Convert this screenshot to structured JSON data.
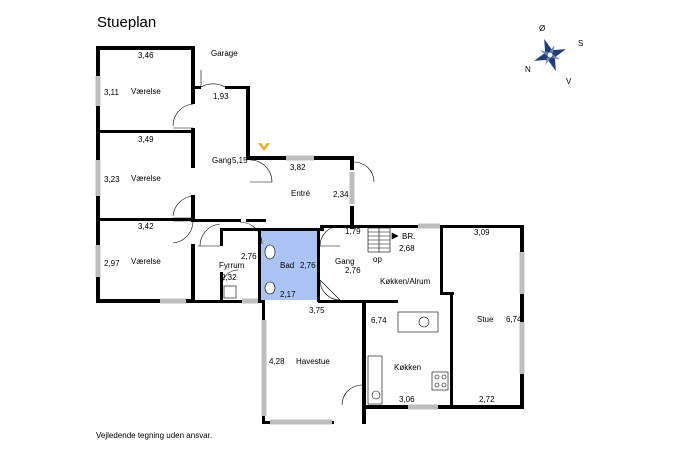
{
  "plan": {
    "title": "Stueplan",
    "footnote": "Vejledende tegning uden ansvar."
  },
  "compass": {
    "n": "N",
    "s": "S",
    "v": "V",
    "o": "Ø"
  },
  "rooms": {
    "garage": "Garage",
    "vaerelse1": "Værelse",
    "vaerelse2": "Værelse",
    "vaerelse3": "Værelse",
    "gang1": "Gang",
    "entre": "Entré",
    "fyrrum": "Fyrrum",
    "bad": "Bad",
    "gang2": "Gang",
    "br": "BR.",
    "op": "op",
    "koekken_alrum": "Køkken/Alrum",
    "stue": "Stue",
    "havestue": "Havestue",
    "koekken": "Køkken"
  },
  "dims": {
    "v1_top": "3,46",
    "v1_left": "3,11",
    "garage_w": "1,93",
    "v2_top": "3,49",
    "v2_left": "3,23",
    "gang_h": "5,15",
    "entre_top": "3,82",
    "entre_right": "2,34",
    "v3_top": "3,42",
    "v3_left": "2,97",
    "fyr_h": "2,76",
    "fyr_w": "2,32",
    "bad_h": "2,76",
    "bad_w": "2,17",
    "gang2_w": "1,79",
    "gang2_h": "2,76",
    "br_w": "2,68",
    "stue_top": "3,09",
    "stue_right": "6,74",
    "alrum_w": "3,75",
    "alrum_h": "6,74",
    "have_h": "4,28",
    "koek_w": "3,06",
    "stue_bottom": "2,72"
  },
  "colors": {
    "bathroom": "#a9c4f5",
    "entry_marker": "#f0a91a",
    "compass": "#1f3d7a"
  }
}
